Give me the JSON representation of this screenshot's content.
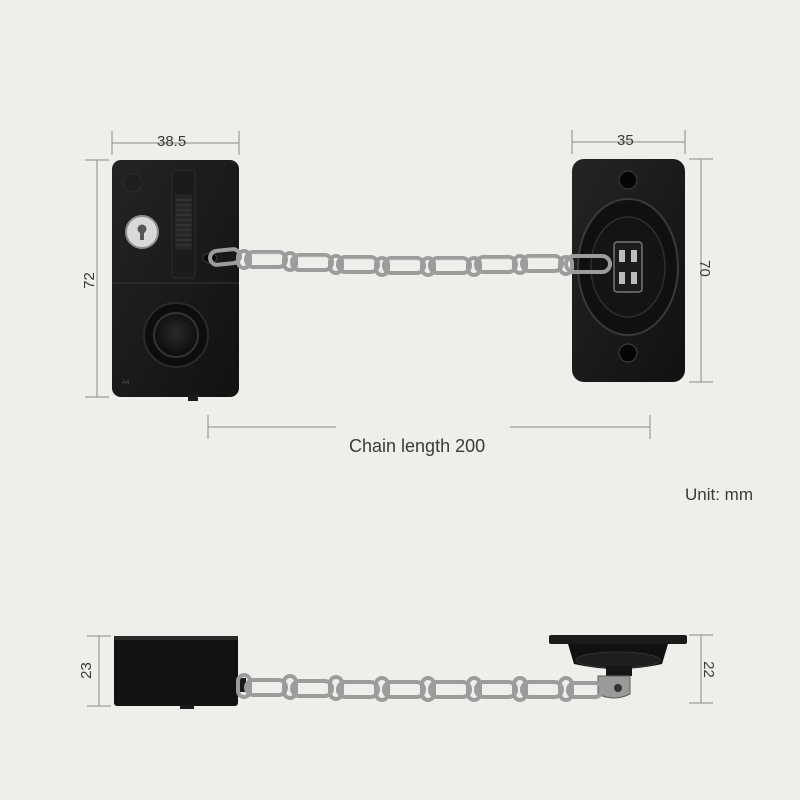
{
  "dimensions": {
    "lock_width": "38.5",
    "lock_height": "72",
    "plate_width": "35",
    "plate_height": "70",
    "lock_depth": "23",
    "plate_depth": "22"
  },
  "chain_label": "Chain length 200",
  "unit_label": "Unit: mm",
  "colors": {
    "background": "#efeeea",
    "body": "#161616",
    "chain": "#9c9c9c",
    "dimension_line": "#8a8a8a"
  }
}
